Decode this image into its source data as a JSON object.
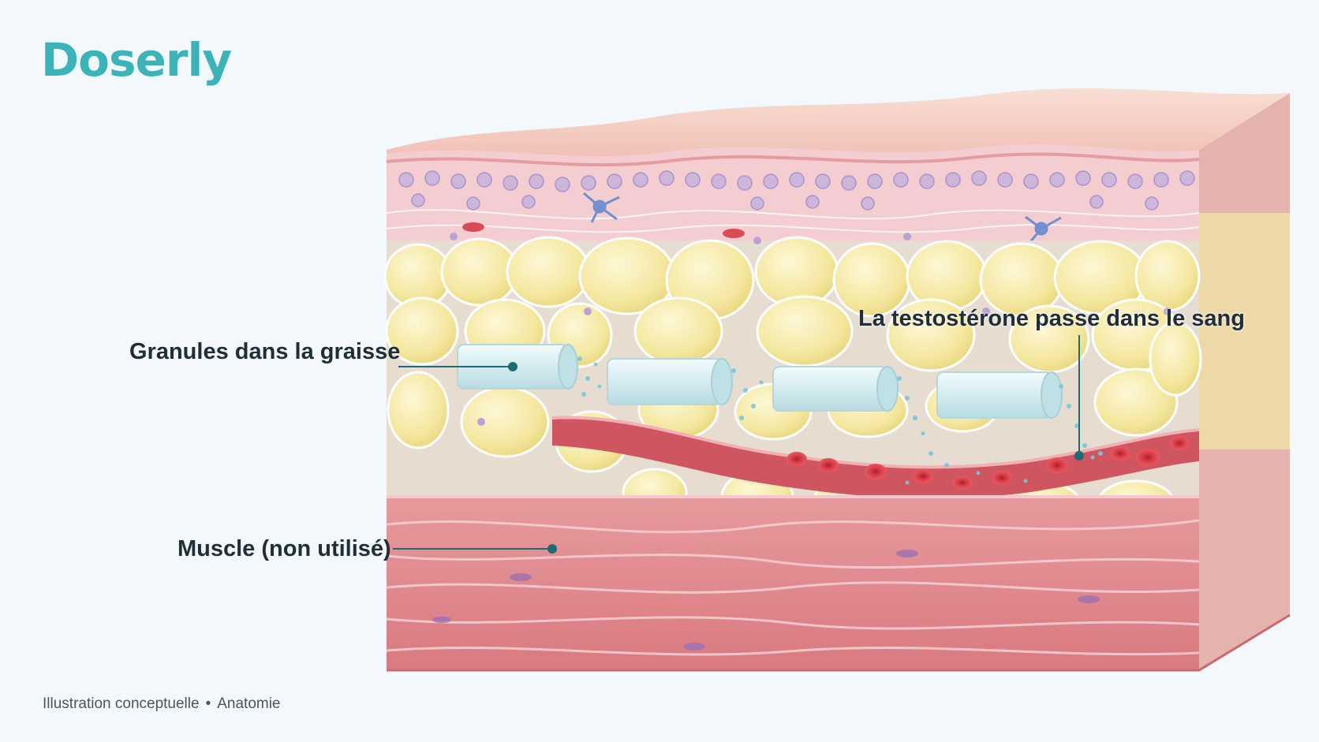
{
  "brand": {
    "name": "Doserly",
    "color": "#3bb3b9"
  },
  "labels": {
    "granules": "Granules dans la graisse",
    "testosterone": "La testostérone passe dans le sang",
    "muscle": "Muscle (non utilisé)"
  },
  "caption": {
    "type": "Illustration conceptuelle",
    "separator": "•",
    "topic": "Anatomie"
  },
  "colors": {
    "background": "#f2f8fb",
    "skin": "#f6cfc4",
    "fat": "#f4e9a8",
    "muscle": "#e0868c",
    "pellet": "#dff1f4",
    "blood_cell": "#d8333f",
    "leader_line": "#1d6c73"
  }
}
